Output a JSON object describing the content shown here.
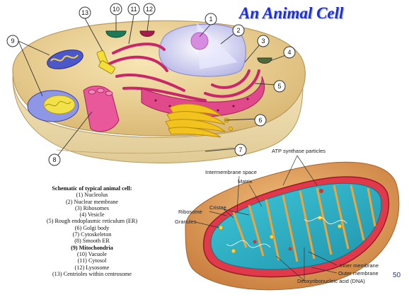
{
  "title": "An Animal Cell",
  "cell_callouts": [
    "1",
    "2",
    "3",
    "4",
    "5",
    "6",
    "7",
    "8",
    "9",
    "10",
    "11",
    "12",
    "13"
  ],
  "legend": {
    "heading": "Schematic of typical animal cell:",
    "items": [
      {
        "text": "(1) Nucleolus",
        "bold": false
      },
      {
        "text": "(2) Nuclear membrane",
        "bold": false
      },
      {
        "text": "(3) Ribosomes",
        "bold": false
      },
      {
        "text": "(4) Vesicle",
        "bold": false
      },
      {
        "text": "(5) Rough endoplasmic reticulum (ER)",
        "bold": false
      },
      {
        "text": "(6) Golgi body",
        "bold": false
      },
      {
        "text": "(7) Cytoskeleton",
        "bold": false
      },
      {
        "text": "(8) Smooth ER",
        "bold": false
      },
      {
        "text": "(9) Mitochondria",
        "bold": true
      },
      {
        "text": "(10) Vacuole",
        "bold": false
      },
      {
        "text": "(11) Cytosol",
        "bold": false
      },
      {
        "text": "(12) Lysosome",
        "bold": false
      },
      {
        "text": "(13) Centrioles  within centrosome",
        "bold": false
      }
    ]
  },
  "mito_labels": {
    "atp": "ATP synthase particles",
    "intermembrane": "Intermembrane space",
    "matrix": "Matrix",
    "ribosome": "Ribosome",
    "cristae": "Cristae",
    "granules": "Granules",
    "inner": "Inner membrane",
    "outer": "Outer membrane",
    "dna": "Deoxyribonucleic acid (DNA)"
  },
  "page_number": "50",
  "colors": {
    "title": "#1f2fd6",
    "cytoplasm": "#ecd49a",
    "er": "#d8357a",
    "mito_outer": "#d9944e",
    "mito_matrix": "#2fb4c8"
  }
}
